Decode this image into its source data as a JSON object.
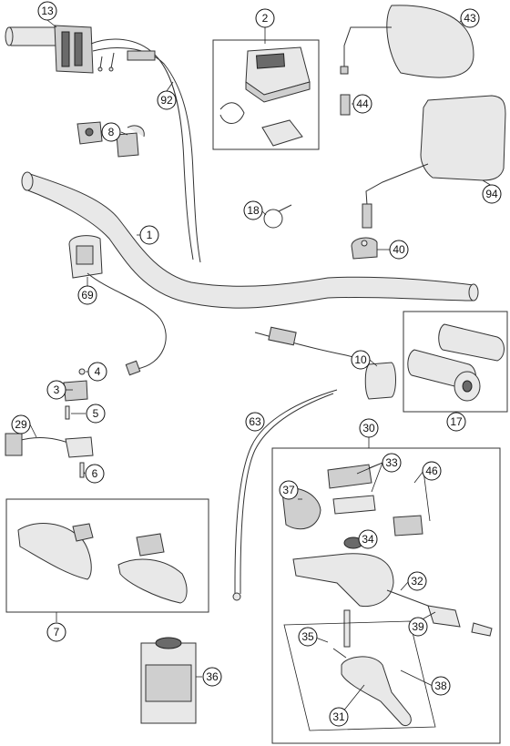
{
  "callouts": {
    "c1": "1",
    "c2": "2",
    "c3": "3",
    "c4": "4",
    "c5": "5",
    "c6": "6",
    "c7": "7",
    "c8": "8",
    "c10": "10",
    "c13": "13",
    "c17": "17",
    "c18": "18",
    "c29": "29",
    "c30": "30",
    "c31": "31",
    "c32": "32",
    "c33": "33",
    "c34": "34",
    "c35": "35",
    "c36": "36",
    "c37": "37",
    "c38": "38",
    "c39": "39",
    "c40": "40",
    "c43": "43",
    "c44": "44",
    "c46": "46",
    "c63": "63",
    "c69": "69",
    "c92": "92",
    "c94": "94"
  },
  "colors": {
    "line": "#333333",
    "part": "#e8e8e8",
    "shade": "#cfcfcf",
    "dark": "#6a6a6a"
  },
  "icons": {
    "callout": "circle-number"
  }
}
